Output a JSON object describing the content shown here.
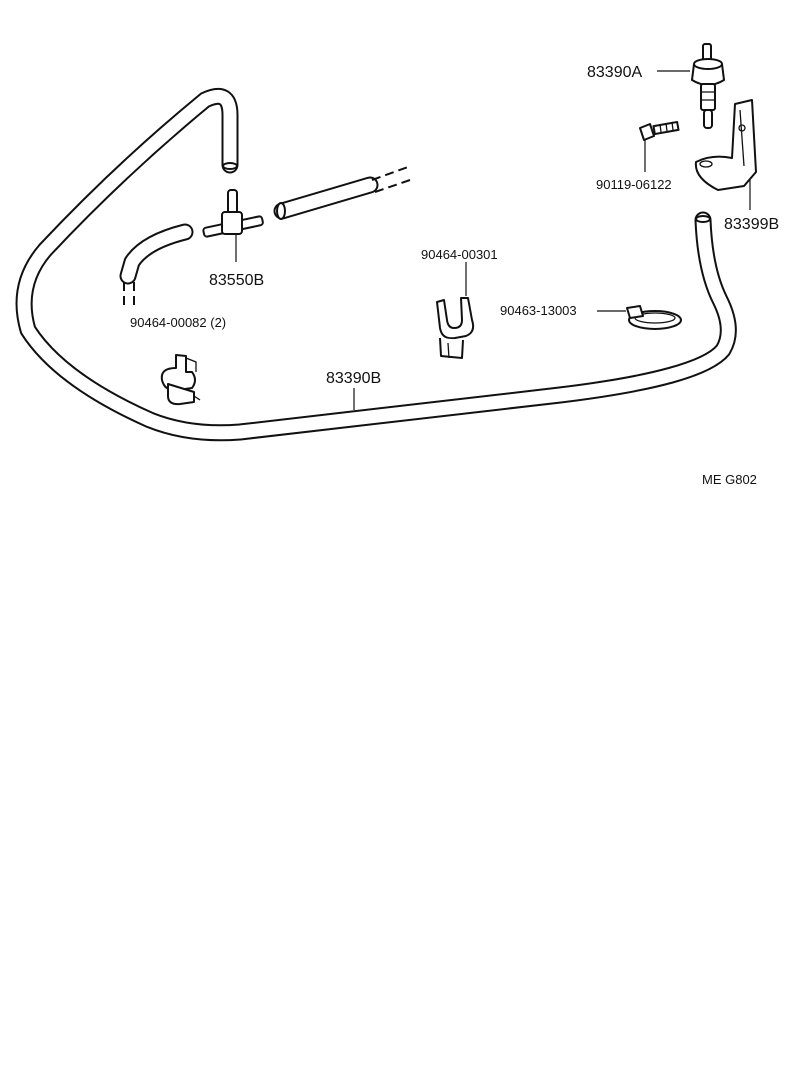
{
  "labels": {
    "valve": "83390A",
    "bolt": "90119-06122",
    "bracket": "83399B",
    "tee": "83550B",
    "clip_left": "90464-00082 (2)",
    "clip_mid": "90464-00301",
    "clamp": "90463-13003",
    "hose": "83390B",
    "figure_code": "ME  G802"
  },
  "colors": {
    "line": "#111111",
    "background": "#ffffff"
  }
}
